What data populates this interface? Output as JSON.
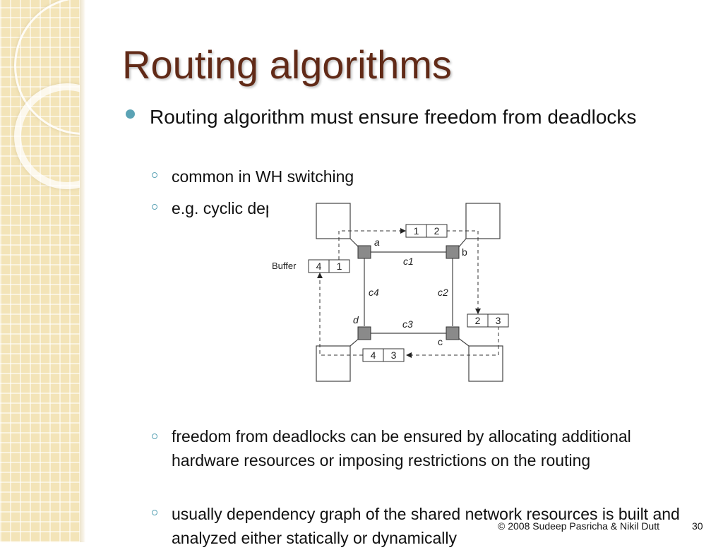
{
  "slide": {
    "title": "Routing algorithms",
    "bullet": "Routing algorithm must ensure freedom from deadlocks",
    "subbullets": [
      "common in WH switching",
      "e.g. cyclic dependency shown below",
      "freedom from deadlocks can be ensured by allocating additional hardware resources or imposing restrictions on the routing",
      "usually dependency graph of the shared network resources is built and analyzed either statically or dynamically"
    ],
    "footer": "© 2008 Sudeep Pasricha  & Nikil Dutt",
    "page_number": "30"
  },
  "diagram": {
    "buffer_label": "Buffer",
    "router_labels": [
      "a",
      "b",
      "c",
      "d"
    ],
    "channel_labels": [
      "c1",
      "c2",
      "c3",
      "c4"
    ],
    "buffers": [
      {
        "slots": [
          "1",
          "2"
        ]
      },
      {
        "slots": [
          "2",
          "3"
        ]
      },
      {
        "slots": [
          "4",
          "3"
        ]
      },
      {
        "slots": [
          "4",
          "1"
        ]
      }
    ]
  },
  "colors": {
    "title": "#612a17",
    "bullet_accent": "#5ba3b5",
    "sidebar": "#f3e4b8"
  }
}
